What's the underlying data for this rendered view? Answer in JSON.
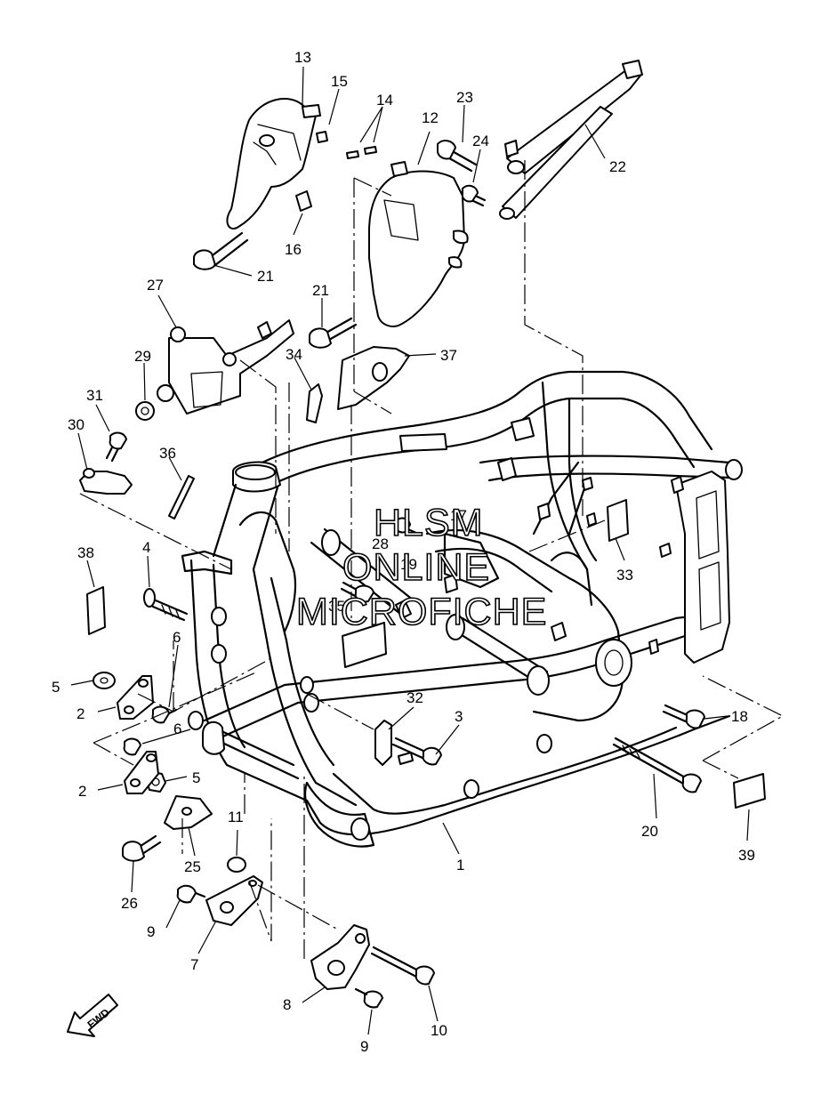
{
  "watermark": {
    "line1": "HLSM",
    "line2": "ONLINE",
    "line3": "MICROFICHE"
  },
  "direction_indicator": {
    "label": "FWD"
  },
  "callouts": [
    {
      "id": "c1",
      "text": "1"
    },
    {
      "id": "c2a",
      "text": "2"
    },
    {
      "id": "c2b",
      "text": "2"
    },
    {
      "id": "c3",
      "text": "3"
    },
    {
      "id": "c4",
      "text": "4"
    },
    {
      "id": "c5a",
      "text": "5"
    },
    {
      "id": "c5b",
      "text": "5"
    },
    {
      "id": "c6a",
      "text": "6"
    },
    {
      "id": "c6b",
      "text": "6"
    },
    {
      "id": "c7",
      "text": "7"
    },
    {
      "id": "c8",
      "text": "8"
    },
    {
      "id": "c9a",
      "text": "9"
    },
    {
      "id": "c9b",
      "text": "9"
    },
    {
      "id": "c10",
      "text": "10"
    },
    {
      "id": "c11",
      "text": "11"
    },
    {
      "id": "c12",
      "text": "12"
    },
    {
      "id": "c13",
      "text": "13"
    },
    {
      "id": "c14",
      "text": "14"
    },
    {
      "id": "c15",
      "text": "15"
    },
    {
      "id": "c16",
      "text": "16"
    },
    {
      "id": "c17",
      "text": "17"
    },
    {
      "id": "c18",
      "text": "18"
    },
    {
      "id": "c19",
      "text": "19"
    },
    {
      "id": "c20",
      "text": "20"
    },
    {
      "id": "c21a",
      "text": "21"
    },
    {
      "id": "c21b",
      "text": "21"
    },
    {
      "id": "c22",
      "text": "22"
    },
    {
      "id": "c23",
      "text": "23"
    },
    {
      "id": "c24",
      "text": "24"
    },
    {
      "id": "c25",
      "text": "25"
    },
    {
      "id": "c26",
      "text": "26"
    },
    {
      "id": "c27",
      "text": "27"
    },
    {
      "id": "c28",
      "text": "28"
    },
    {
      "id": "c29",
      "text": "29"
    },
    {
      "id": "c30",
      "text": "30"
    },
    {
      "id": "c31",
      "text": "31"
    },
    {
      "id": "c32",
      "text": "32"
    },
    {
      "id": "c33",
      "text": "33"
    },
    {
      "id": "c34",
      "text": "34"
    },
    {
      "id": "c35",
      "text": "35"
    },
    {
      "id": "c36",
      "text": "36"
    },
    {
      "id": "c37",
      "text": "37"
    },
    {
      "id": "c38",
      "text": "38"
    },
    {
      "id": "c39",
      "text": "39"
    }
  ]
}
